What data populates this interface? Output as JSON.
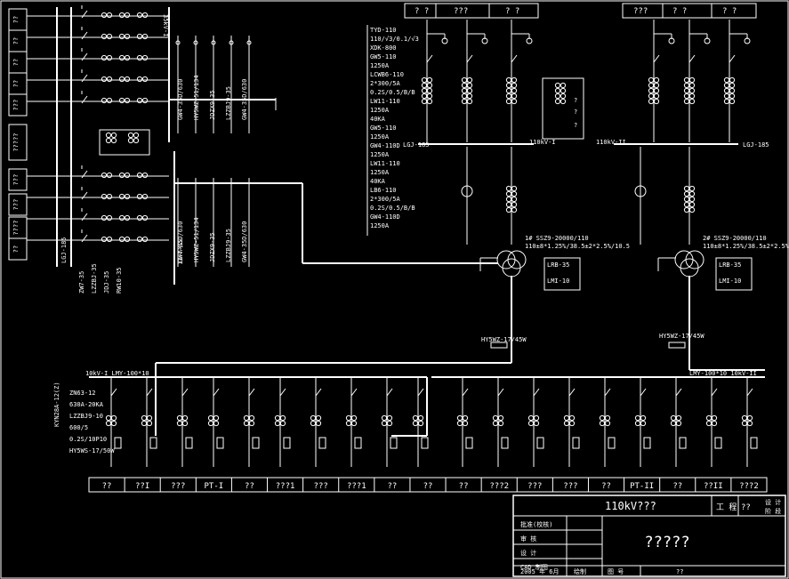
{
  "colors": {
    "background": "#000000",
    "line": "#ffffff"
  },
  "top_left_feeders": [
    "??",
    "??",
    "??",
    "??",
    "???",
    "?????",
    "???",
    "???",
    "????",
    "??"
  ],
  "top_header_left": [
    "? ?",
    "???",
    "? ?"
  ],
  "top_header_right": [
    "???",
    "? ?",
    "? ?"
  ],
  "bus_110_labels": {
    "left": "LGJ-185",
    "center": "110kV-I",
    "center_right": "110kV-II",
    "right": "LGJ-185"
  },
  "bus_10kv": {
    "left": "10kV-I LMY-100*10",
    "right": "LMY-100*10 10kV-II"
  },
  "left_spec_col": [
    "TYD-110",
    "110/√3/0.1/√3",
    "XDK-800",
    "GW5-110",
    "1250A",
    "LCWB6-110",
    "2*300/5A",
    "0.2S/0.5/B/B",
    "LW11-110",
    "1250A",
    "40KA",
    "GW5-110",
    "1250A",
    "GW4-110D",
    "1250A",
    "LW11-110",
    "1250A",
    "40KA",
    "LB6-110",
    "2*300/5A",
    "0.2S/0.5/B/B",
    "GW4-110D",
    "1250A"
  ],
  "transformer_left": {
    "title": "1#  SSZ9-20000/110",
    "rating": "110±8*1.25%/38.5±2*2.5%/10.5"
  },
  "transformer_right": {
    "title": "2#  SSZ9-20000/110",
    "rating": "110±8*1.25%/38.5±2*2.5%/10.5"
  },
  "surge_label_left": "HY5WZ-17/45W",
  "surge_label_right": "HY5WZ-17/45W",
  "cabinet_left_specs": [
    "KYN28A-12(Z)",
    "ZN63-12",
    "630A-20KA",
    "LZZBJ9-10",
    "600/5",
    "0.2S/10P10",
    "HY5WS-17/50W"
  ],
  "bottom_labels": [
    "??",
    "??I",
    "???",
    "PT-I",
    "??",
    "???1",
    "???",
    "???1",
    "??",
    "??",
    "??",
    "???2",
    "???",
    "???",
    "??",
    "PT-II",
    "??",
    "??II",
    "???2"
  ],
  "title_block": {
    "project": "110kV???",
    "project_label": "工 程",
    "project_value": "??",
    "design_stage": "设 计",
    "design_stage2": "阶 段",
    "rows": [
      "批准(校核)",
      "审 核",
      "设 计",
      "CAD 制图"
    ],
    "date": "2005 年 6月",
    "date_label": "绘制",
    "drawing_title": "?????",
    "drawing_no_label": "图 号",
    "drawing_no": "??"
  }
}
